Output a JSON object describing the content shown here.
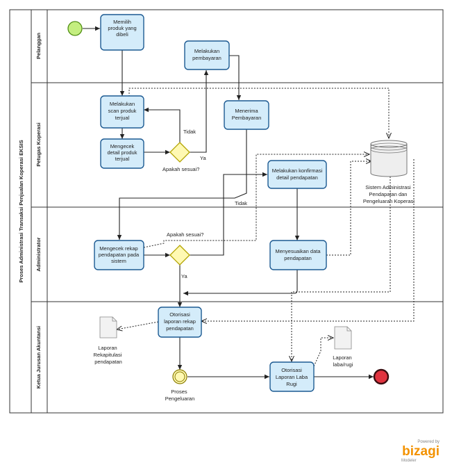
{
  "pool": {
    "title": "Proses Administrasi Transaksi Penjualan Koperasi EKSIS"
  },
  "lanes": [
    "Pelanggan",
    "Petugas Koperasi",
    "Administrator",
    "Ketua Jurusan Akuntansi"
  ],
  "tasks": {
    "t1": [
      "Memilih",
      "produk yang",
      "dibeli"
    ],
    "t2": [
      "Melakukan",
      "pembayaran"
    ],
    "t3": [
      "Melakukan",
      "scan produk",
      "terjual"
    ],
    "t4": [
      "Menerima",
      "Pembayaran"
    ],
    "t5": [
      "Mengecek",
      "detail produk",
      "terjual"
    ],
    "t6": [
      "Melakukan konfirmasi",
      "detail pendapatan"
    ],
    "t7": [
      "Mengecek rekap",
      "pendapatan pada",
      "sistem"
    ],
    "t8": [
      "Menyesuaikan data",
      "pendapatan"
    ],
    "t9": [
      "Otorisasi",
      "laporan rekap",
      "pendapatan"
    ],
    "t10": [
      "Otorisasi",
      "Laporan Laba",
      "Rugi"
    ]
  },
  "gateways": {
    "g1_label": "Apakah sesuai?",
    "g2_label": "Apakah sesuai?"
  },
  "flow_labels": {
    "tidak1": "Tidak",
    "ya1": "Ya",
    "tidak2": "Tidak",
    "ya2": "Ya"
  },
  "database": {
    "label": [
      "Sistem Administrasi",
      "Pendapatan dan",
      "Pengeluaran Koperasi"
    ]
  },
  "documents": {
    "d1": [
      "Laporan",
      "Rekapitulasi",
      "pendapatan"
    ],
    "d2": [
      "Laporan",
      "laba/rugi"
    ]
  },
  "intermediate_event": {
    "label": [
      "Proses",
      "Pengeluaran"
    ]
  },
  "branding": {
    "powered": "Powered by",
    "name": "bizagi",
    "product": "Modeler"
  },
  "colors": {
    "task_fill": "#d4ecfa",
    "task_stroke": "#1c5a92",
    "start_fill": "#c4ee80",
    "end_fill": "#e0333f",
    "gateway_fill": "#fff9b3",
    "intermediate_fill": "#fff9b3",
    "brand": "#f39200"
  }
}
